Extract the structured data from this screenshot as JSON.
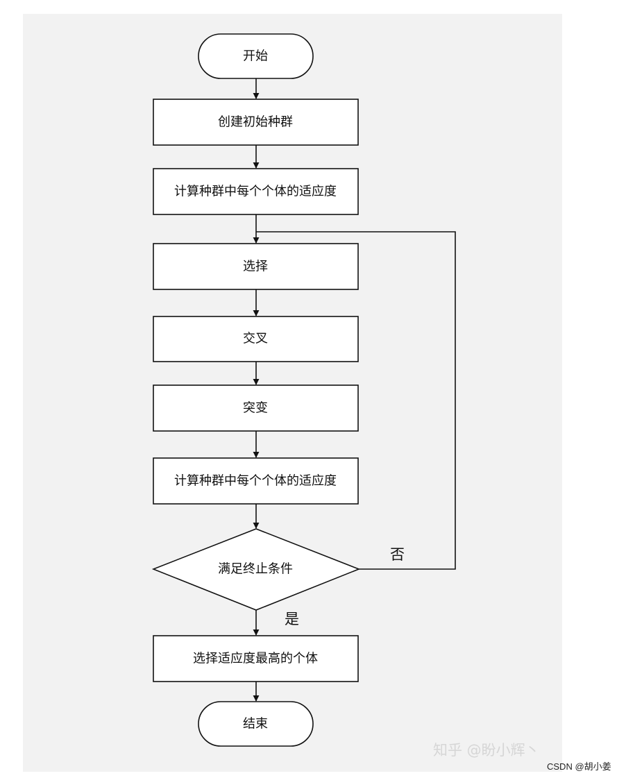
{
  "nodes": {
    "start": "开始",
    "create_population": "创建初始种群",
    "fitness_1": "计算种群中每个个体的适应度",
    "selection": "选择",
    "crossover": "交叉",
    "mutation": "突变",
    "fitness_2": "计算种群中每个个体的适应度",
    "condition": "满足终止条件",
    "select_best": "选择适应度最高的个体",
    "end": "结束"
  },
  "edges": {
    "no_label": "否",
    "yes_label": "是"
  },
  "watermarks": {
    "zhihu": "知乎 @盼小辉丶",
    "csdn": "CSDN @胡小姜"
  }
}
